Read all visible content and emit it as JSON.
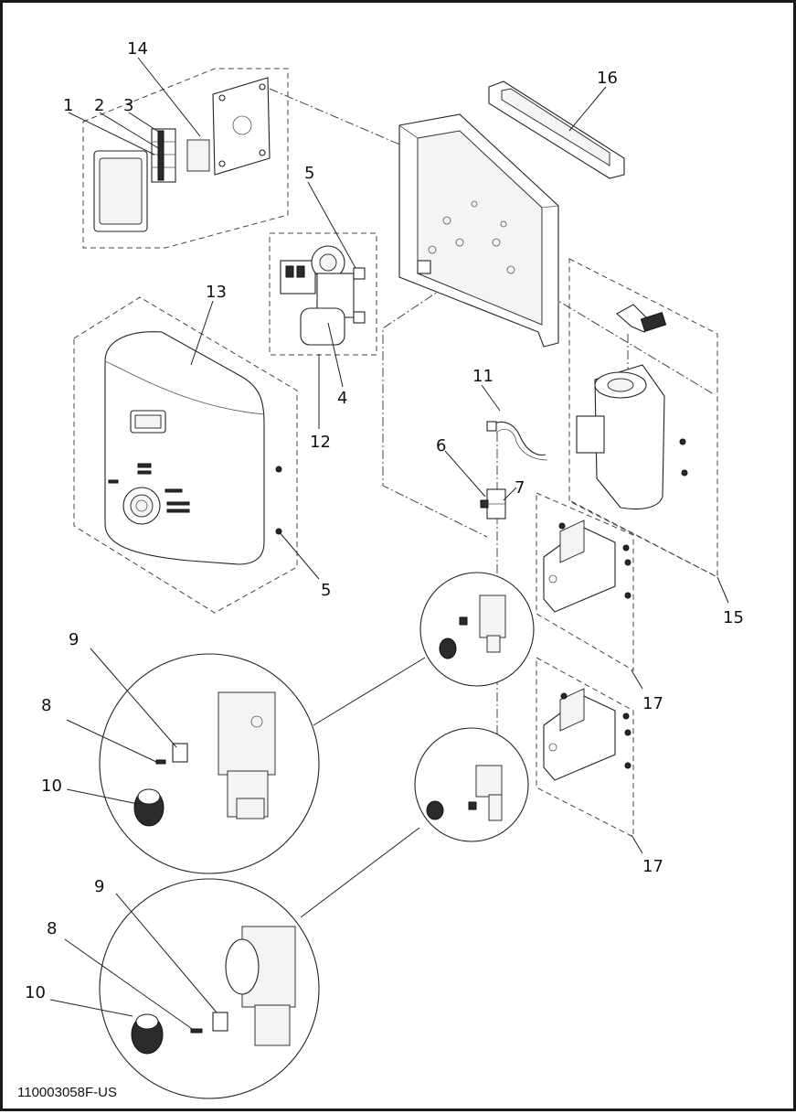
{
  "callouts": {
    "c1": "1",
    "c2": "2",
    "c3": "3",
    "c4": "4",
    "c5a": "5",
    "c5b": "5",
    "c6": "6",
    "c7": "7",
    "c8a": "8",
    "c8b": "8",
    "c9a": "9",
    "c9b": "9",
    "c10a": "10",
    "c10b": "10",
    "c11": "11",
    "c12": "12",
    "c13": "13",
    "c14": "14",
    "c15": "15",
    "c16": "16",
    "c17a": "17",
    "c17b": "17"
  },
  "document_number": "110003058F-US"
}
